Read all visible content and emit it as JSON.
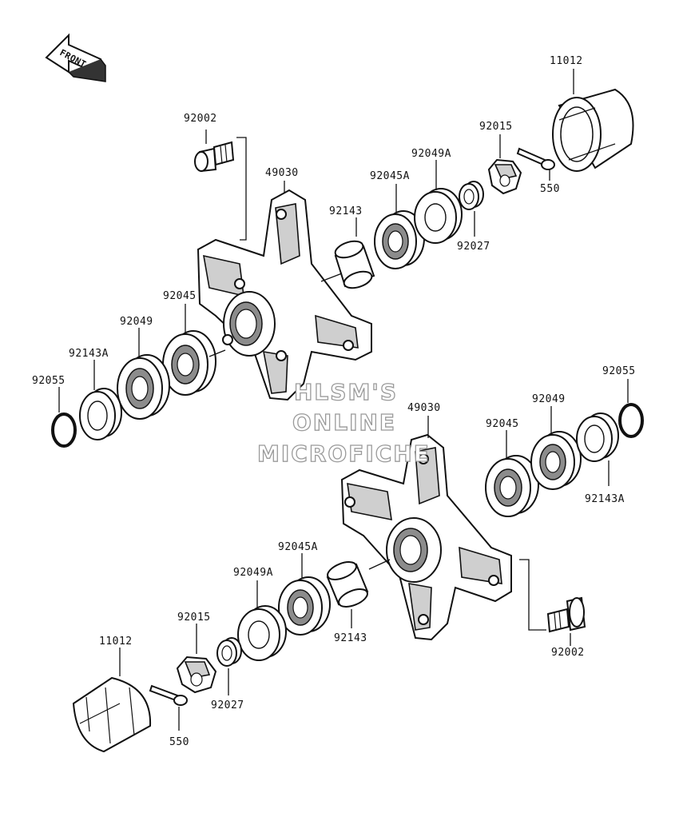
{
  "diagram": {
    "front_indicator": "FRONT",
    "watermark": [
      "HLSM'S",
      "ONLINE",
      "MICROFICHE"
    ],
    "upper_assembly": {
      "labels": {
        "cap": "11012",
        "bolt": "92002",
        "hub": "49030",
        "nut": "92015",
        "seal_outer": "92049A",
        "bearing_outer": "92045A",
        "collar_outer": "92143",
        "spacer": "92027",
        "cotter_pin": "550",
        "bearing_inner": "92045",
        "seal_inner": "92049",
        "collar_inner": "92143A",
        "o_ring": "92055"
      }
    },
    "lower_assembly": {
      "labels": {
        "o_ring": "92055",
        "hub": "49030",
        "seal_inner": "92049",
        "bearing_inner": "92045",
        "collar_inner": "92143A",
        "bearing_outer": "92045A",
        "seal_outer": "92049A",
        "nut": "92015",
        "collar_outer": "92143",
        "bolt": "92002",
        "cap": "11012",
        "spacer": "92027",
        "cotter_pin": "550"
      }
    }
  }
}
